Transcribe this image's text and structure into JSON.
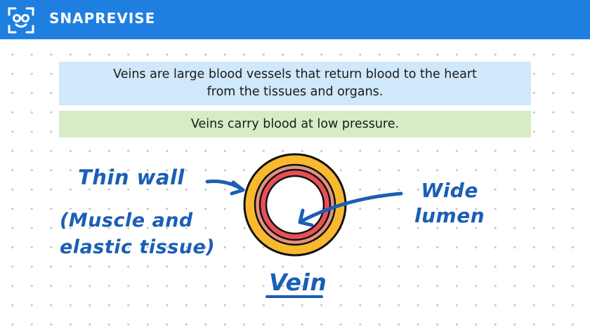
{
  "header": {
    "brand": "SNAPREVISE",
    "logo_icon": "smiling-face-in-viewfinder-icon",
    "color": "#1f7fe0"
  },
  "info": {
    "definition_line1": "Veins are large blood vessels that return blood to the heart",
    "definition_line2": "from the tissues and organs.",
    "pressure": "Veins carry blood at low pressure."
  },
  "diagram": {
    "labels": {
      "thin_wall": "Thin wall",
      "muscle_line1": "(Muscle and",
      "muscle_line2": "elastic tissue)",
      "wide_line1": "Wide",
      "wide_line2": "lumen",
      "vein": "Vein"
    },
    "colors": {
      "outer_layer": "#f8b92e",
      "middle_layer": "#e1937f",
      "inner_layer": "#e94f57",
      "lumen": "#ffffff",
      "annotation": "#1a5fb4",
      "box_blue": "#cfe8fb",
      "box_green": "#d7ecc4"
    }
  }
}
